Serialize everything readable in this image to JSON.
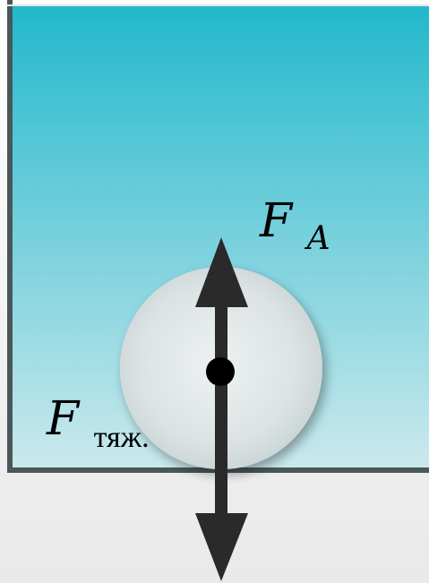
{
  "labels": {
    "buoyant_force": {
      "symbol": "F",
      "subscript": "A"
    },
    "gravity_force": {
      "symbol": "F",
      "subscript": "тяж."
    }
  },
  "colors": {
    "water_top": "#22b8cc",
    "water_bottom": "#cbe9ed",
    "vessel_wall": "#4a5759",
    "floor": "#eeeeee",
    "ball": "#dfe5e6",
    "arrow": "#2a2a2a",
    "center_dot": "#000000"
  }
}
